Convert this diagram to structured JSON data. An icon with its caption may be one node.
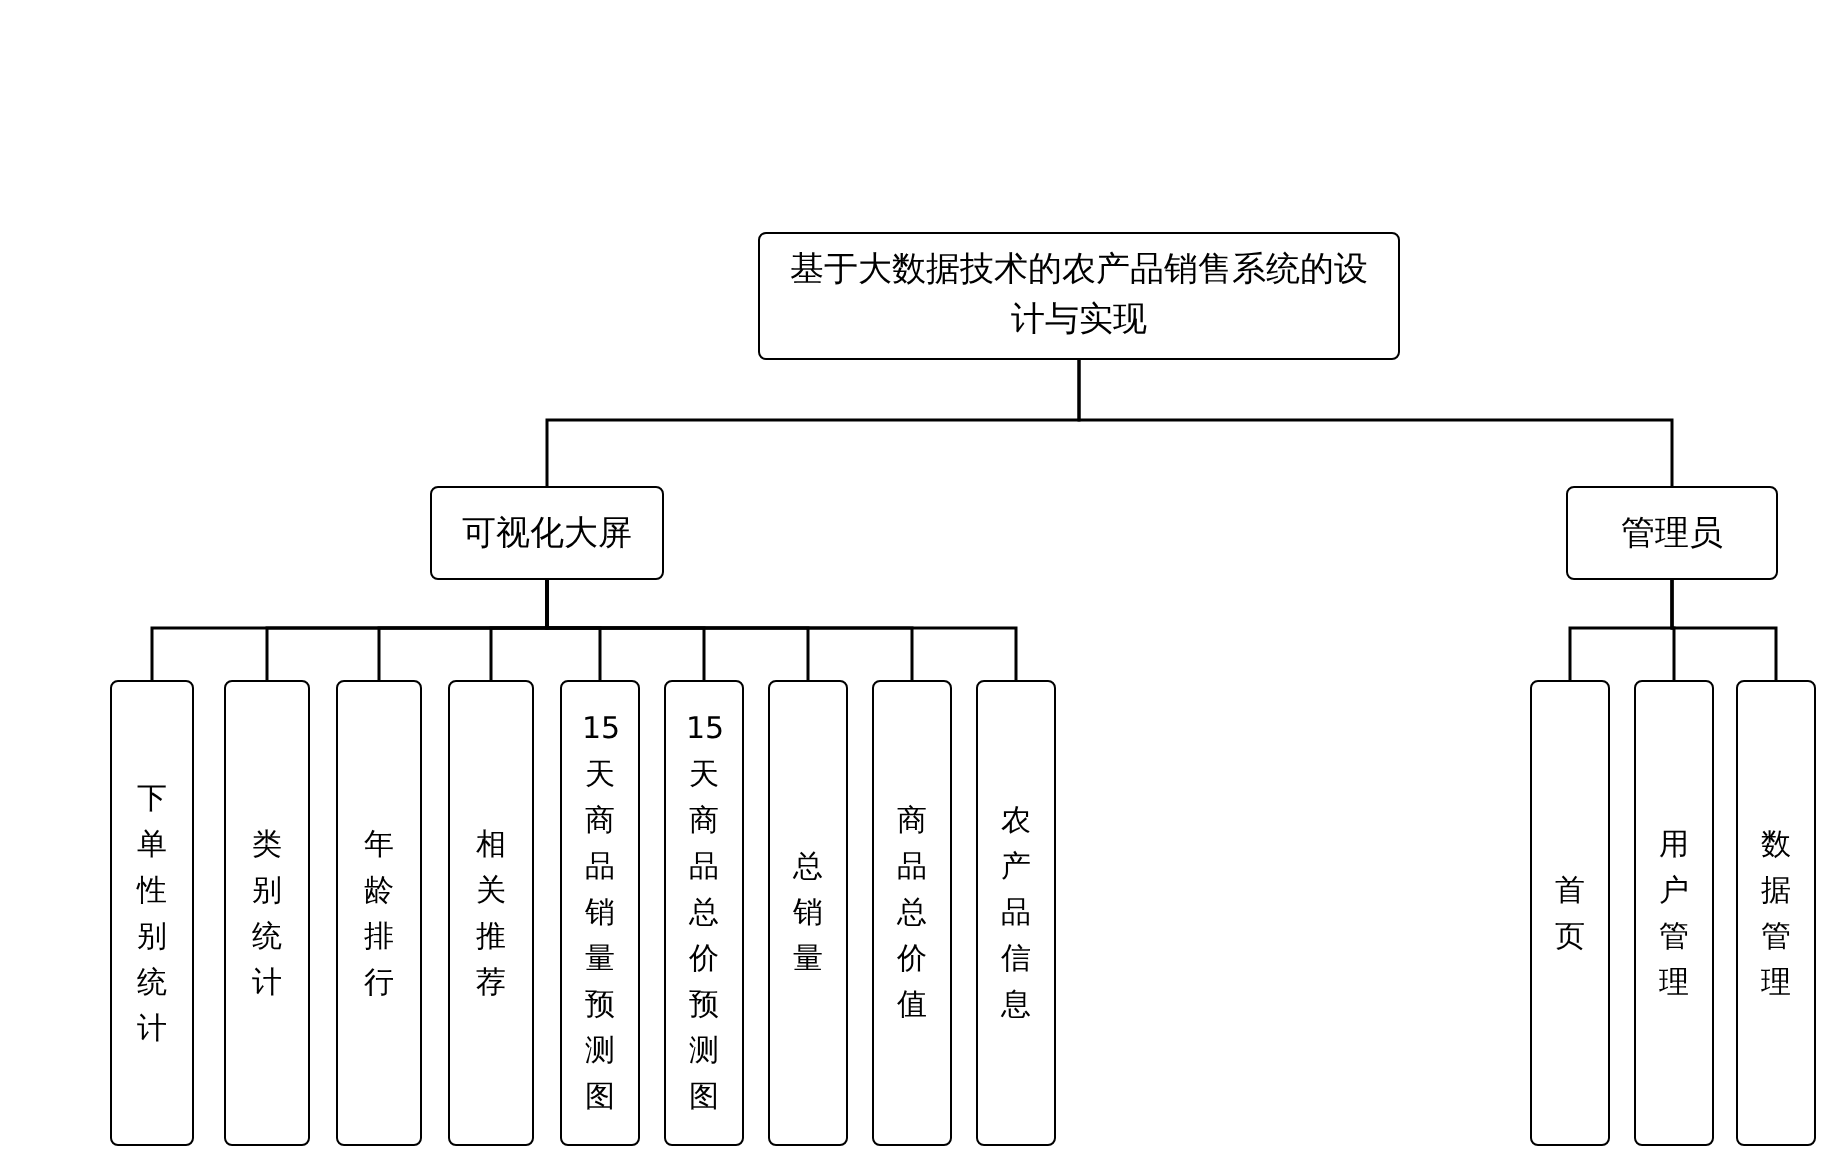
{
  "diagram": {
    "nodes": [
      {
        "text": [
          "基于大数据技术的农产品销售系统的设计与实现"
        ]
      },
      {
        "text": [
          "可视化大屏"
        ]
      },
      {
        "text": [
          "管理员"
        ]
      },
      {
        "text": [
          "下单性别统计"
        ]
      },
      {
        "text": [
          "类别统计"
        ]
      },
      {
        "text": [
          "年龄排行"
        ]
      },
      {
        "text": [
          "相关推荐"
        ]
      },
      {
        "text": [
          "15天商品销量预测图"
        ]
      },
      {
        "text": [
          "15天商品总价预测图"
        ]
      },
      {
        "text": [
          "总销量"
        ]
      },
      {
        "text": [
          "商品总价值"
        ]
      },
      {
        "text": [
          "农产品信息"
        ]
      },
      {
        "text": [
          "首页"
        ]
      },
      {
        "text": [
          "用户管理"
        ]
      },
      {
        "text": [
          "数据管理"
        ]
      }
    ],
    "edges": [
      {
        "from": 0,
        "to": 1,
        "arrow": "none"
      },
      {
        "from": 0,
        "to": 2,
        "arrow": "none"
      },
      {
        "from": 1,
        "to": 3,
        "arrow": "none"
      },
      {
        "from": 1,
        "to": 4,
        "arrow": "none"
      },
      {
        "from": 1,
        "to": 5,
        "arrow": "none"
      },
      {
        "from": 1,
        "to": 6,
        "arrow": "none"
      },
      {
        "from": 1,
        "to": 7,
        "arrow": "none"
      },
      {
        "from": 1,
        "to": 8,
        "arrow": "none"
      },
      {
        "from": 1,
        "to": 9,
        "arrow": "none"
      },
      {
        "from": 1,
        "to": 10,
        "arrow": "none"
      },
      {
        "from": 1,
        "to": 11,
        "arrow": "none"
      },
      {
        "from": 2,
        "to": 12,
        "arrow": "none"
      },
      {
        "from": 2,
        "to": 13,
        "arrow": "none"
      },
      {
        "from": 2,
        "to": 14,
        "arrow": "none"
      }
    ]
  }
}
